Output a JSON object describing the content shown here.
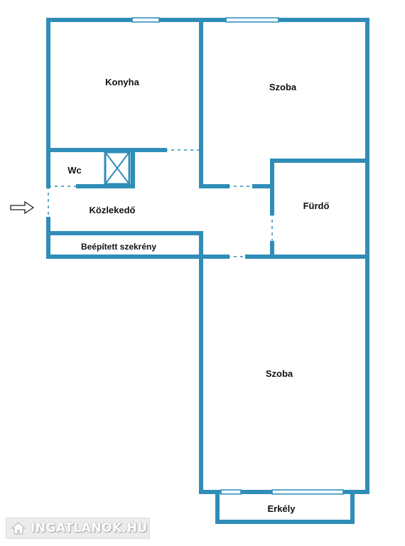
{
  "colors": {
    "wall": "#2f8db8",
    "window_fill": "#eef6f8",
    "door_line": "#2f8db8",
    "label": "#111111",
    "watermark_bg": "#ececec",
    "watermark_text": "#ffffff"
  },
  "rooms": {
    "konyha": "Konyha",
    "szoba_top": "Szoba",
    "wc": "Wc",
    "kozlekedo": "Közlekedő",
    "furdo": "Fürdő",
    "szekreny": "Beépített szekrény",
    "szoba_bottom": "Szoba",
    "erkely": "Erkély"
  },
  "icons": {
    "entrance": "arrow-right-outline-icon",
    "shaft": "crossed-box-icon",
    "logo": "house-icon"
  },
  "watermark": {
    "text": "INGATLANOK.HU"
  }
}
